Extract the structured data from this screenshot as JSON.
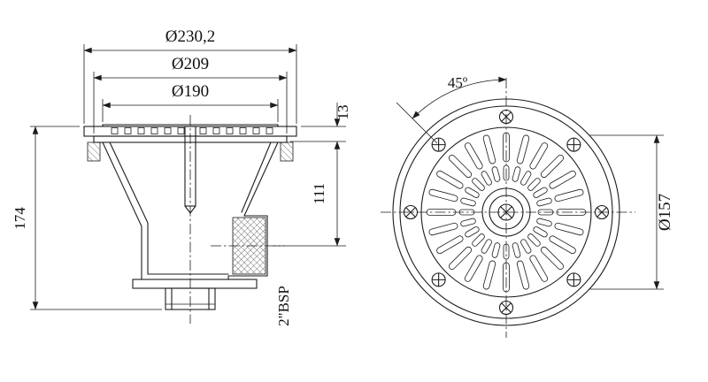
{
  "colors": {
    "background": "#ffffff",
    "line": "#1c1c1c",
    "text": "#111111"
  },
  "side_view": {
    "name": "sectional side view of floor drain",
    "dims": {
      "flange_outer": "Ø230,2",
      "trim_ring": "Ø209",
      "grate": "Ø190",
      "rim_height": "13",
      "depth_to_outlet": "111",
      "overall_height": "174",
      "outlet_thread": "2\"BSP"
    }
  },
  "top_view": {
    "name": "top view of circular grille cover",
    "dims": {
      "screw_spacing_angle": "45º",
      "screw_circle": "Ø157"
    }
  }
}
